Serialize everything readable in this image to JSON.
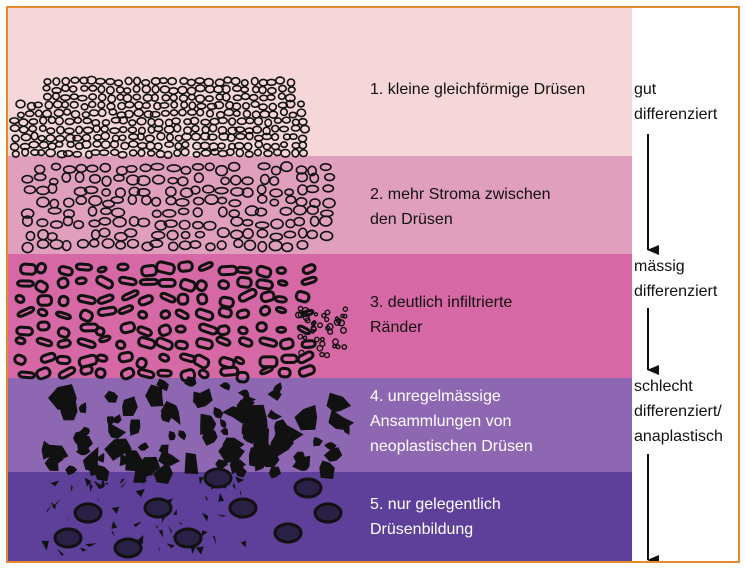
{
  "colors": {
    "frame": "#e58a2d",
    "band1": "#f5d6d9",
    "band2": "#df9fbd",
    "band3": "#d768a6",
    "band4": "#8e67b3",
    "band5": "#5e409a",
    "tissue": "#111111"
  },
  "stages": [
    {
      "label": "1. kleine gleichförmige Drüsen"
    },
    {
      "label": "2. mehr Stroma zwischen\nden Drüsen"
    },
    {
      "label": "3. deutlich infiltrierte\nRänder"
    },
    {
      "label": "4. unregelmässige\nAnsammlungen von\nneoplastischen Drüsen"
    },
    {
      "label": "5. nur gelegentlich\nDrüsenbildung"
    }
  ],
  "grades": [
    {
      "label": "gut\ndifferenziert"
    },
    {
      "label": "mässig\ndifferenziert"
    },
    {
      "label": "schlecht\ndifferenziert/\nanaplastisch"
    }
  ]
}
